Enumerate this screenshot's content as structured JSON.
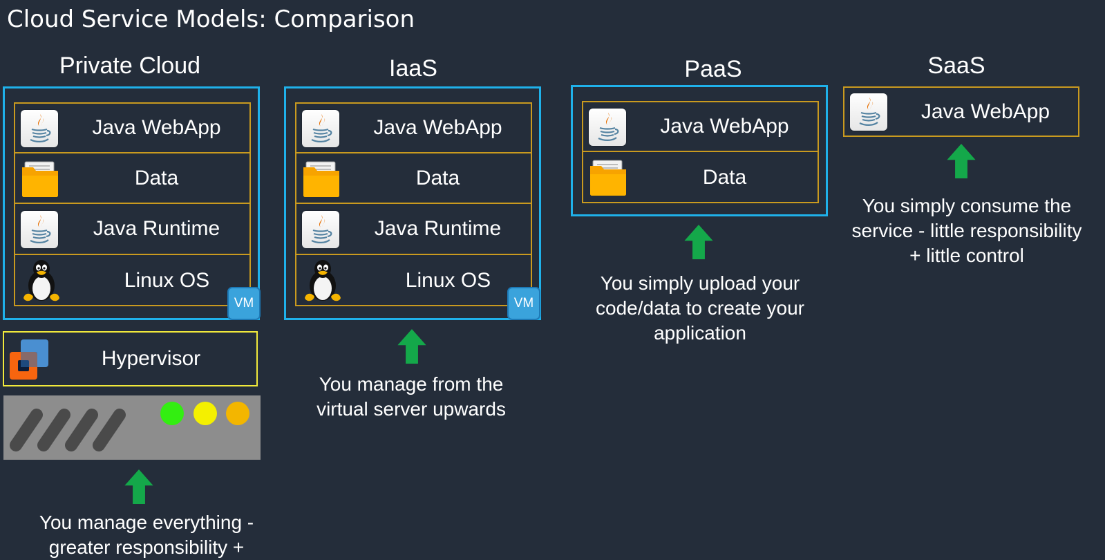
{
  "slide": {
    "title": "Cloud Service Models: Comparison"
  },
  "columns": [
    {
      "heading": "Private Cloud",
      "layers": [
        "Java WebApp",
        "Data",
        "Java Runtime",
        "Linux OS"
      ],
      "vm_badge": "VM",
      "hypervisor": "Hypervisor",
      "description": "You manage everything - greater responsibility +"
    },
    {
      "heading": "IaaS",
      "layers": [
        "Java WebApp",
        "Data",
        "Java Runtime",
        "Linux OS"
      ],
      "vm_badge": "VM",
      "description": "You manage from the virtual server upwards"
    },
    {
      "heading": "PaaS",
      "layers": [
        "Java WebApp",
        "Data"
      ],
      "description": "You simply upload your code/data to create your application"
    },
    {
      "heading": "SaaS",
      "layers": [
        "Java WebApp"
      ],
      "description": "You simply consume the service - little responsibility + little control"
    }
  ],
  "colors": {
    "background": "#242d3a",
    "vm_frame": "#1fb1ea",
    "layer_border": "#c99a1f",
    "hypervisor_border": "#f2ea3b",
    "arrow": "#14a84a",
    "server_body": "#8d8d8d",
    "led_green": "#33ee11",
    "led_yellow": "#f4f000",
    "led_orange": "#f3b600"
  },
  "icons": [
    "java-icon",
    "folder-icon",
    "linux-penguin-icon",
    "vm-badge",
    "vmware-logo-icon",
    "server-icon",
    "up-arrow-icon"
  ]
}
